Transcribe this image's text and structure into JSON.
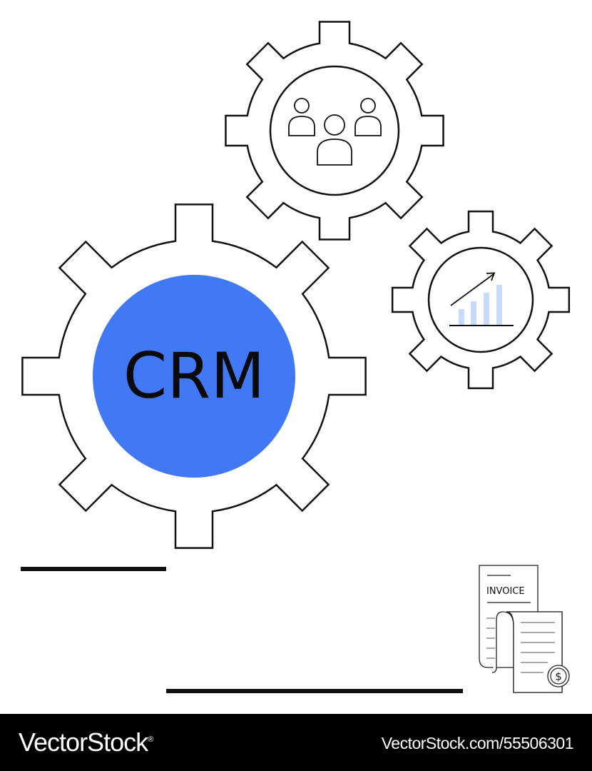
{
  "illustration": {
    "crm_label": "CRM",
    "invoice_label": "INVOICE",
    "currency_symbol": "$",
    "icons": [
      "gear-icon",
      "people-group-icon",
      "growth-chart-icon",
      "invoice-document-icon",
      "dollar-coin-icon"
    ]
  },
  "footer": {
    "brand": "VectorStock",
    "registered_mark": "®",
    "url": "VectorStock.com/55506301"
  },
  "colors": {
    "accent_blue": "#4178F6",
    "light_blue": "#C9DBFB",
    "stroke": "#111111",
    "footer_bg": "#000000"
  }
}
